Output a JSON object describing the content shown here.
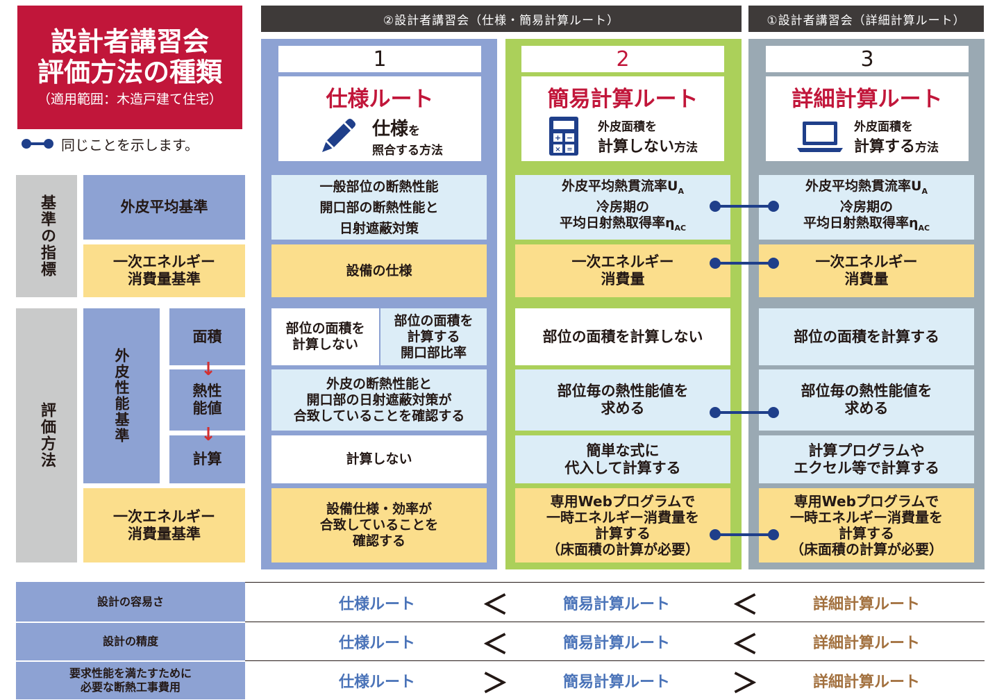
{
  "title": {
    "line1": "設計者講習会",
    "line2": "評価方法の種類",
    "line3": "（適用範囲：木造戸建て住宅）"
  },
  "legend": {
    "text": "同じことを示します。"
  },
  "header": {
    "left": "②設計者講習会（仕様・簡易計算ルート）",
    "right": "①設計者講習会（詳細計算ルート）"
  },
  "routes": [
    {
      "number": "1",
      "name": "仕様ルート",
      "desc_big": "仕様",
      "desc_small": "を",
      "desc_line2": "照合する方法",
      "icon": "pen-icon",
      "rows": {
        "indicator_outer": "一般部位の断熱性能\n開口部の断熱性能と\n日射遮蔽対策",
        "indicator_energy": "設備の仕様",
        "area_left": "部位の面積を\n計算しない",
        "area_right": "部位の面積を\n計算する\n開口部比率",
        "thermal": "外皮の断熱性能と\n開口部の日射遮蔽対策が\n合致していることを確認する",
        "calc": "計算しない",
        "energy": "設備仕様・効率が\n合致していることを\n確認する"
      }
    },
    {
      "number": "2",
      "name": "簡易計算ルート",
      "desc_line1": "外皮面積を",
      "desc_big": "計算しない",
      "desc_small": "方法",
      "icon": "calculator-icon",
      "rows": {
        "indicator_outer": "外皮平均熱貫流率U\n冷房期の\n平均日射熱取得率η",
        "indicator_energy": "一次エネルギー\n消費量",
        "area": "部位の面積を計算しない",
        "thermal": "部位毎の熱性能値を\n求める",
        "calc": "簡単な式に\n代入して計算する",
        "energy": "専用Webプログラムで\n一時エネルギー消費量を\n計算する\n（床面積の計算が必要）"
      }
    },
    {
      "number": "3",
      "name": "詳細計算ルート",
      "desc_line1": "外皮面積を",
      "desc_big": "計算する",
      "desc_small": "方法",
      "icon": "laptop-icon",
      "rows": {
        "indicator_outer": "外皮平均熱貫流率U\n冷房期の\n平均日射熱取得率η",
        "indicator_energy": "一次エネルギー\n消費量",
        "area": "部位の面積を計算する",
        "thermal": "部位毎の熱性能値を\n求める",
        "calc": "計算プログラムや\nエクセル等で計算する",
        "energy": "専用Webプログラムで\n一時エネルギー消費量を\n計算する\n（床面積の計算が必要）"
      }
    }
  ],
  "subscripts": {
    "u": "A",
    "eta": "AC"
  },
  "side": {
    "indicator_label": "基準の指標",
    "outer_standard": "外皮平均基準",
    "energy_standard": "一次エネルギー\n消費量基準",
    "method_label": "評価方法",
    "outer_perf": "外皮性能基準",
    "step_area": "面積",
    "step_thermal": "熱性\n能値",
    "step_calc": "計算",
    "energy_standard2": "一次エネルギー\n消費量基準"
  },
  "comparison": [
    {
      "label": "設計の容易さ",
      "r1": "仕様ルート",
      "s1": "＜",
      "r2": "簡易計算ルート",
      "s2": "＜",
      "r3": "詳細計算ルート"
    },
    {
      "label": "設計の精度",
      "r1": "仕様ルート",
      "s1": "＜",
      "r2": "簡易計算ルート",
      "s2": "＜",
      "r3": "詳細計算ルート"
    },
    {
      "label": "要求性能を満たすために\n必要な断熱工事費用",
      "r1": "仕様ルート",
      "s1": "＞",
      "r2": "簡易計算ルート",
      "s2": "＞",
      "r3": "詳細計算ルート"
    }
  ],
  "colors": {
    "title_red": "#c1163a",
    "col1": "#8da2d3",
    "col2": "#abd05a",
    "col3": "#9aa9b3",
    "light_blue": "#dcedf7",
    "yellow": "#fbde8c",
    "connector": "#1f3f8a",
    "route_blue": "#4a73b8",
    "route_brown": "#a2703e"
  }
}
